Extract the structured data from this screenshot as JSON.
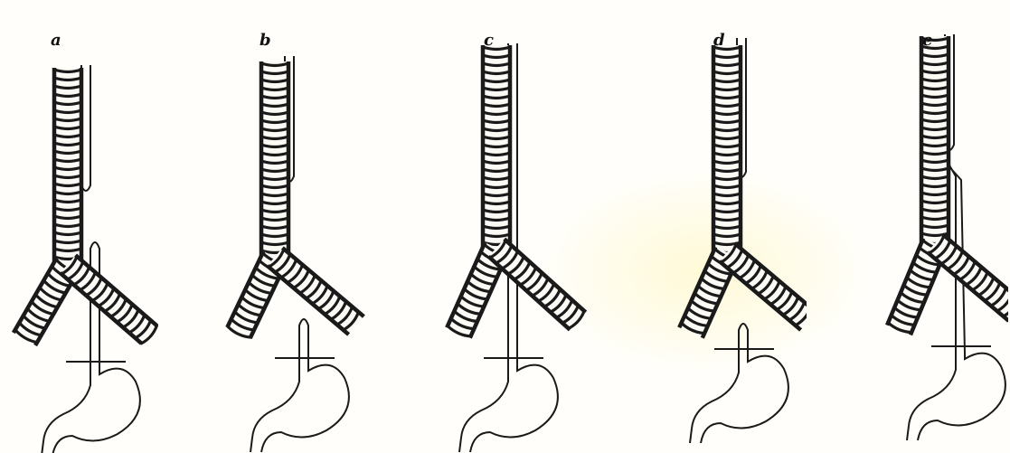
{
  "figure": {
    "panels": [
      {
        "label": "a",
        "variant": "a"
      },
      {
        "label": "b",
        "variant": "b"
      },
      {
        "label": "c",
        "variant": "c"
      },
      {
        "label": "d",
        "variant": "d"
      },
      {
        "label": "e",
        "variant": "e"
      }
    ],
    "colors": {
      "ink": "#1a1a1a",
      "ring_fill": "#fbfaf4",
      "paper": "#fffefa"
    }
  }
}
